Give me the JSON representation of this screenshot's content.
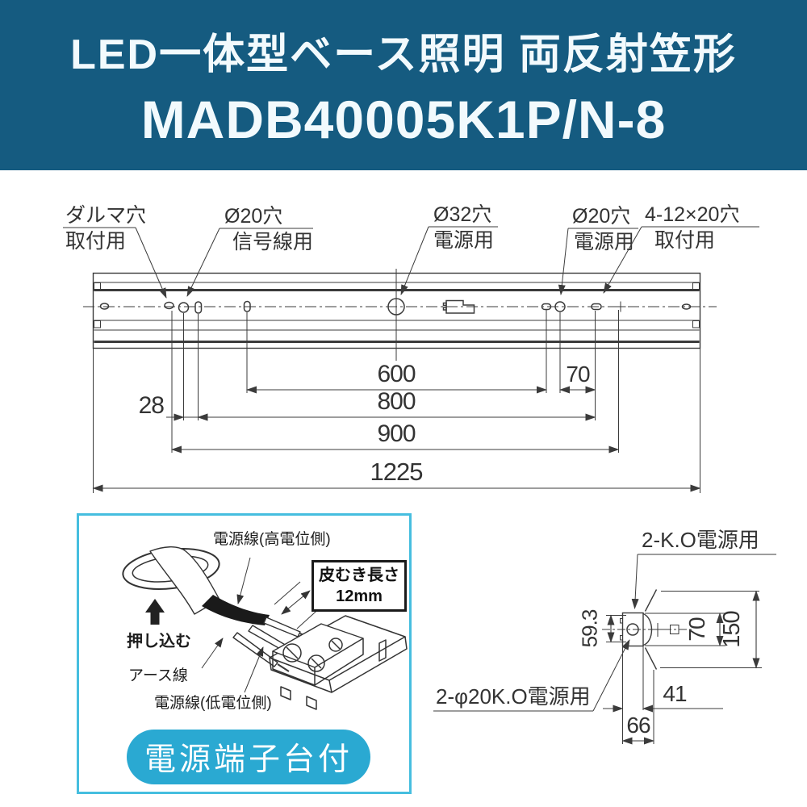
{
  "header": {
    "title_line1": "LED一体型ベース照明 両反射笠形",
    "title_line2": "MADB40005K1P/N-8",
    "bg_color": "#155B80"
  },
  "main_drawing": {
    "callouts": [
      {
        "line1": "ダルマ穴",
        "line2": "取付用"
      },
      {
        "line1": "Ø20穴",
        "line2": "信号線用"
      },
      {
        "line1": "Ø32穴",
        "line2": "電源用"
      },
      {
        "line1": "Ø20穴",
        "line2": "電源用"
      },
      {
        "line1": "4-12×20穴",
        "line2": "取付用"
      }
    ],
    "dimensions": {
      "len600": "600",
      "len70": "70",
      "len28": "28",
      "len800": "800",
      "len900": "900",
      "len1225": "1225"
    }
  },
  "wiring_box": {
    "label_power_high": "電源線(高電位側)",
    "strip_note_line1": "皮むき長さ",
    "strip_note_line2": "12mm",
    "label_push": "押し込む",
    "label_earth": "アース線",
    "label_power_low": "電源線(低電位側)",
    "badge": "電源端子台付",
    "badge_color": "#2AA9D2",
    "border_color": "#46BEDF"
  },
  "cross_section": {
    "label_ko_top": "2-K.O電源用",
    "label_ko_bottom": "2-φ20K.O電源用",
    "dim_59_3": "59.3",
    "dim_70": "70",
    "dim_150": "150",
    "dim_41": "41",
    "dim_66": "66"
  }
}
